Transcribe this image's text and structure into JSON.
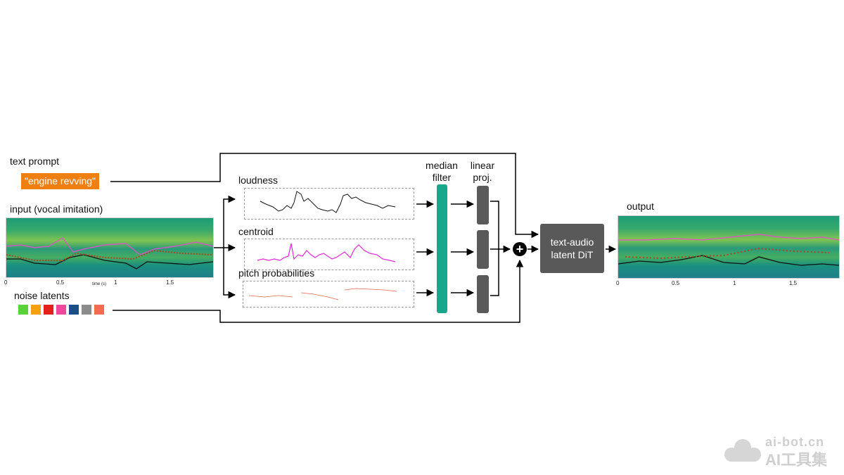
{
  "labels": {
    "text_prompt": "text prompt",
    "prompt_value": "\"engine revving\"",
    "input": "input (vocal imitation)",
    "noise_latents": "noise latents",
    "loudness": "loudness",
    "centroid": "centroid",
    "pitch_probabilities": "pitch probabilities",
    "median_filter_line1": "median",
    "median_filter_line2": "filter",
    "linear_proj_line1": "linear",
    "linear_proj_line2": "proj.",
    "dit_line1": "text-audio",
    "dit_line2": "latent DiT",
    "output": "output",
    "time_axis": "time (s)",
    "plus_symbol": "+"
  },
  "input_ticks": [
    "0",
    "0.5",
    "1",
    "1.5"
  ],
  "output_ticks": [
    "0",
    "0.5",
    "1",
    "1.5"
  ],
  "noise_colors": [
    "#5bd13c",
    "#f5a20e",
    "#e3201b",
    "#f0499b",
    "#1a4f85",
    "#8c8c8c",
    "#f56b4f"
  ],
  "colors": {
    "prompt_orange": "#f07f12",
    "median_teal": "#17a78d",
    "proj_gray": "#5a5a5a",
    "dit_gray": "#595959",
    "centroid_magenta": "#e22ad8",
    "pitch_red": "#e0664f"
  },
  "watermark": {
    "domain": "ai-bot.cn",
    "brand": "AI工具集"
  }
}
